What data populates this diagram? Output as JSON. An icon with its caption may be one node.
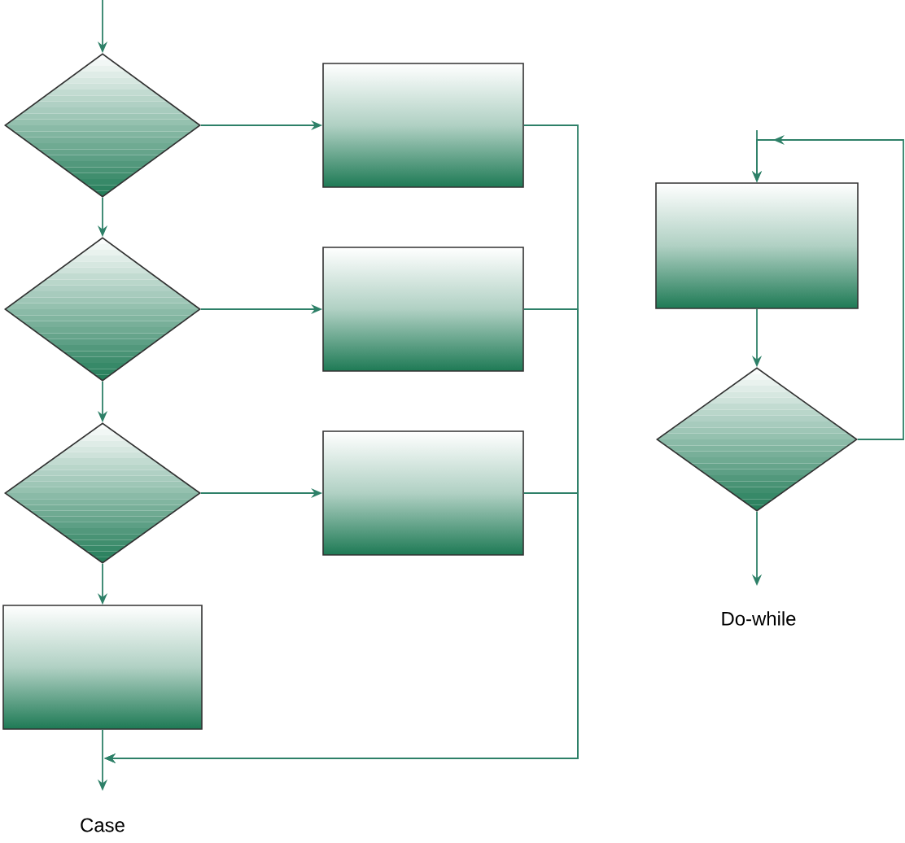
{
  "diagram": {
    "nodes": [
      {
        "text": [],
        "shape": "diamond"
      },
      {
        "text": [],
        "shape": "box"
      },
      {
        "text": [],
        "shape": "diamond"
      },
      {
        "text": [],
        "shape": "box"
      },
      {
        "text": [],
        "shape": "diamond"
      },
      {
        "text": [],
        "shape": "box"
      },
      {
        "text": [],
        "shape": "box"
      },
      {
        "text": [],
        "shape": "box"
      },
      {
        "text": [],
        "shape": "diamond"
      }
    ],
    "edges": [
      {
        "from": null,
        "to": 0,
        "arrow": "to"
      },
      {
        "from": 0,
        "to": 1,
        "arrow": "to"
      },
      {
        "from": 0,
        "to": 2,
        "arrow": "to"
      },
      {
        "from": 2,
        "to": 3,
        "arrow": "to"
      },
      {
        "from": 2,
        "to": 4,
        "arrow": "to"
      },
      {
        "from": 4,
        "to": 5,
        "arrow": "to"
      },
      {
        "from": 4,
        "to": 6,
        "arrow": "to"
      },
      {
        "from": 1,
        "to": null,
        "arrow": "to"
      },
      {
        "from": 3,
        "to": null,
        "arrow": "to"
      },
      {
        "from": 5,
        "to": null,
        "arrow": "to"
      },
      {
        "from": 6,
        "to": null,
        "arrow": "to"
      },
      {
        "from": null,
        "to": 7,
        "arrow": "to"
      },
      {
        "from": 7,
        "to": 8,
        "arrow": "to"
      },
      {
        "from": 8,
        "to": 7,
        "arrow": "to"
      },
      {
        "from": 8,
        "to": null,
        "arrow": "to"
      }
    ],
    "labels": [
      "Case",
      "Do-while"
    ]
  }
}
